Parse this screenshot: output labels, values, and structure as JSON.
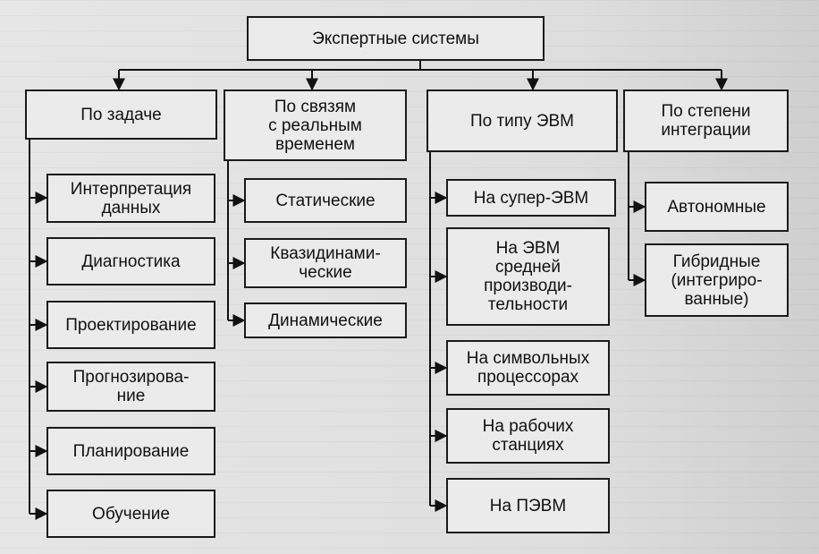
{
  "root": {
    "label": "Экспертные системы"
  },
  "columns": [
    {
      "header": "По задаче",
      "items": [
        "Интерпретация\nданных",
        "Диагностика",
        "Проектирование",
        "Прогнозирова-\nние",
        "Планирование",
        "Обучение"
      ]
    },
    {
      "header": "По связям\nс реальным\nвременем",
      "items": [
        "Статические",
        "Квазидинами-\nческие",
        "Динамические"
      ]
    },
    {
      "header": "По типу ЭВМ",
      "items": [
        "На супер-ЭВМ",
        "На ЭВМ\nсредней\nпроизводи-\nтельности",
        "На символьных\nпроцессорах",
        "На рабочих\nстанциях",
        "На ПЭВМ"
      ]
    },
    {
      "header": "По степени\nинтеграции",
      "items": [
        "Автономные",
        "Гибридные\n(интегриро-\nванные)"
      ]
    }
  ]
}
